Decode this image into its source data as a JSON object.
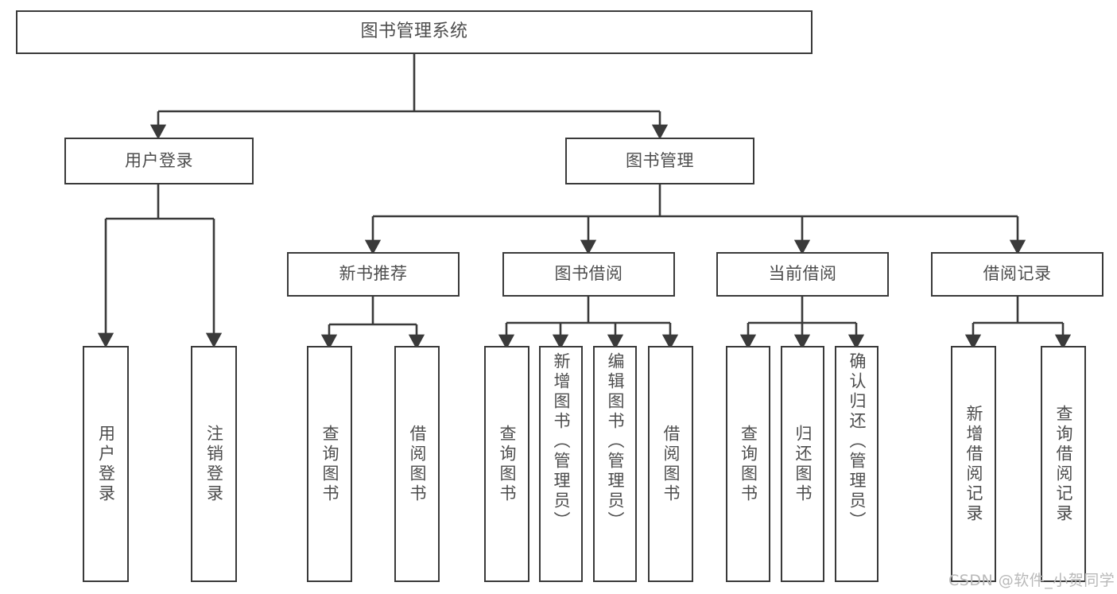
{
  "diagram": {
    "title": "图书管理系统",
    "type": "tree-hierarchy",
    "stroke_color": "#3a3a3a",
    "text_color": "#4d4d4d",
    "background_color": "#ffffff",
    "root": {
      "id": "root",
      "label": "图书管理系统"
    },
    "level2": [
      {
        "id": "user-login",
        "label": "用户登录"
      },
      {
        "id": "book-manage",
        "label": "图书管理"
      }
    ],
    "level3": [
      {
        "id": "new-book-recommend",
        "label": "新书推荐"
      },
      {
        "id": "book-borrow",
        "label": "图书借阅"
      },
      {
        "id": "current-borrow",
        "label": "当前借阅"
      },
      {
        "id": "borrow-record",
        "label": "借阅记录"
      }
    ],
    "leaves": [
      {
        "id": "leaf-user-login",
        "label": "用户登录",
        "parent": "user-login"
      },
      {
        "id": "leaf-user-logout",
        "label": "注销登录",
        "parent": "user-login"
      },
      {
        "id": "leaf-query-book-1",
        "label": "查询图书",
        "parent": "new-book-recommend"
      },
      {
        "id": "leaf-borrow-book-1",
        "label": "借阅图书",
        "parent": "new-book-recommend"
      },
      {
        "id": "leaf-query-book-2",
        "label": "查询图书",
        "parent": "book-borrow"
      },
      {
        "id": "leaf-add-book",
        "label": "新增图书（管理员）",
        "parent": "book-borrow"
      },
      {
        "id": "leaf-edit-book",
        "label": "编辑图书（管理员）",
        "parent": "book-borrow"
      },
      {
        "id": "leaf-borrow-book-2",
        "label": "借阅图书",
        "parent": "book-borrow"
      },
      {
        "id": "leaf-query-book-3",
        "label": "查询图书",
        "parent": "current-borrow"
      },
      {
        "id": "leaf-return-book",
        "label": "归还图书",
        "parent": "current-borrow"
      },
      {
        "id": "leaf-confirm-return",
        "label": "确认归还（管理员）",
        "parent": "current-borrow"
      },
      {
        "id": "leaf-add-record",
        "label": "新增借阅记录",
        "parent": "borrow-record"
      },
      {
        "id": "leaf-query-record",
        "label": "查询借阅记录",
        "parent": "borrow-record"
      }
    ]
  },
  "watermark": {
    "text": "CSDN @软件_小贺同学"
  }
}
